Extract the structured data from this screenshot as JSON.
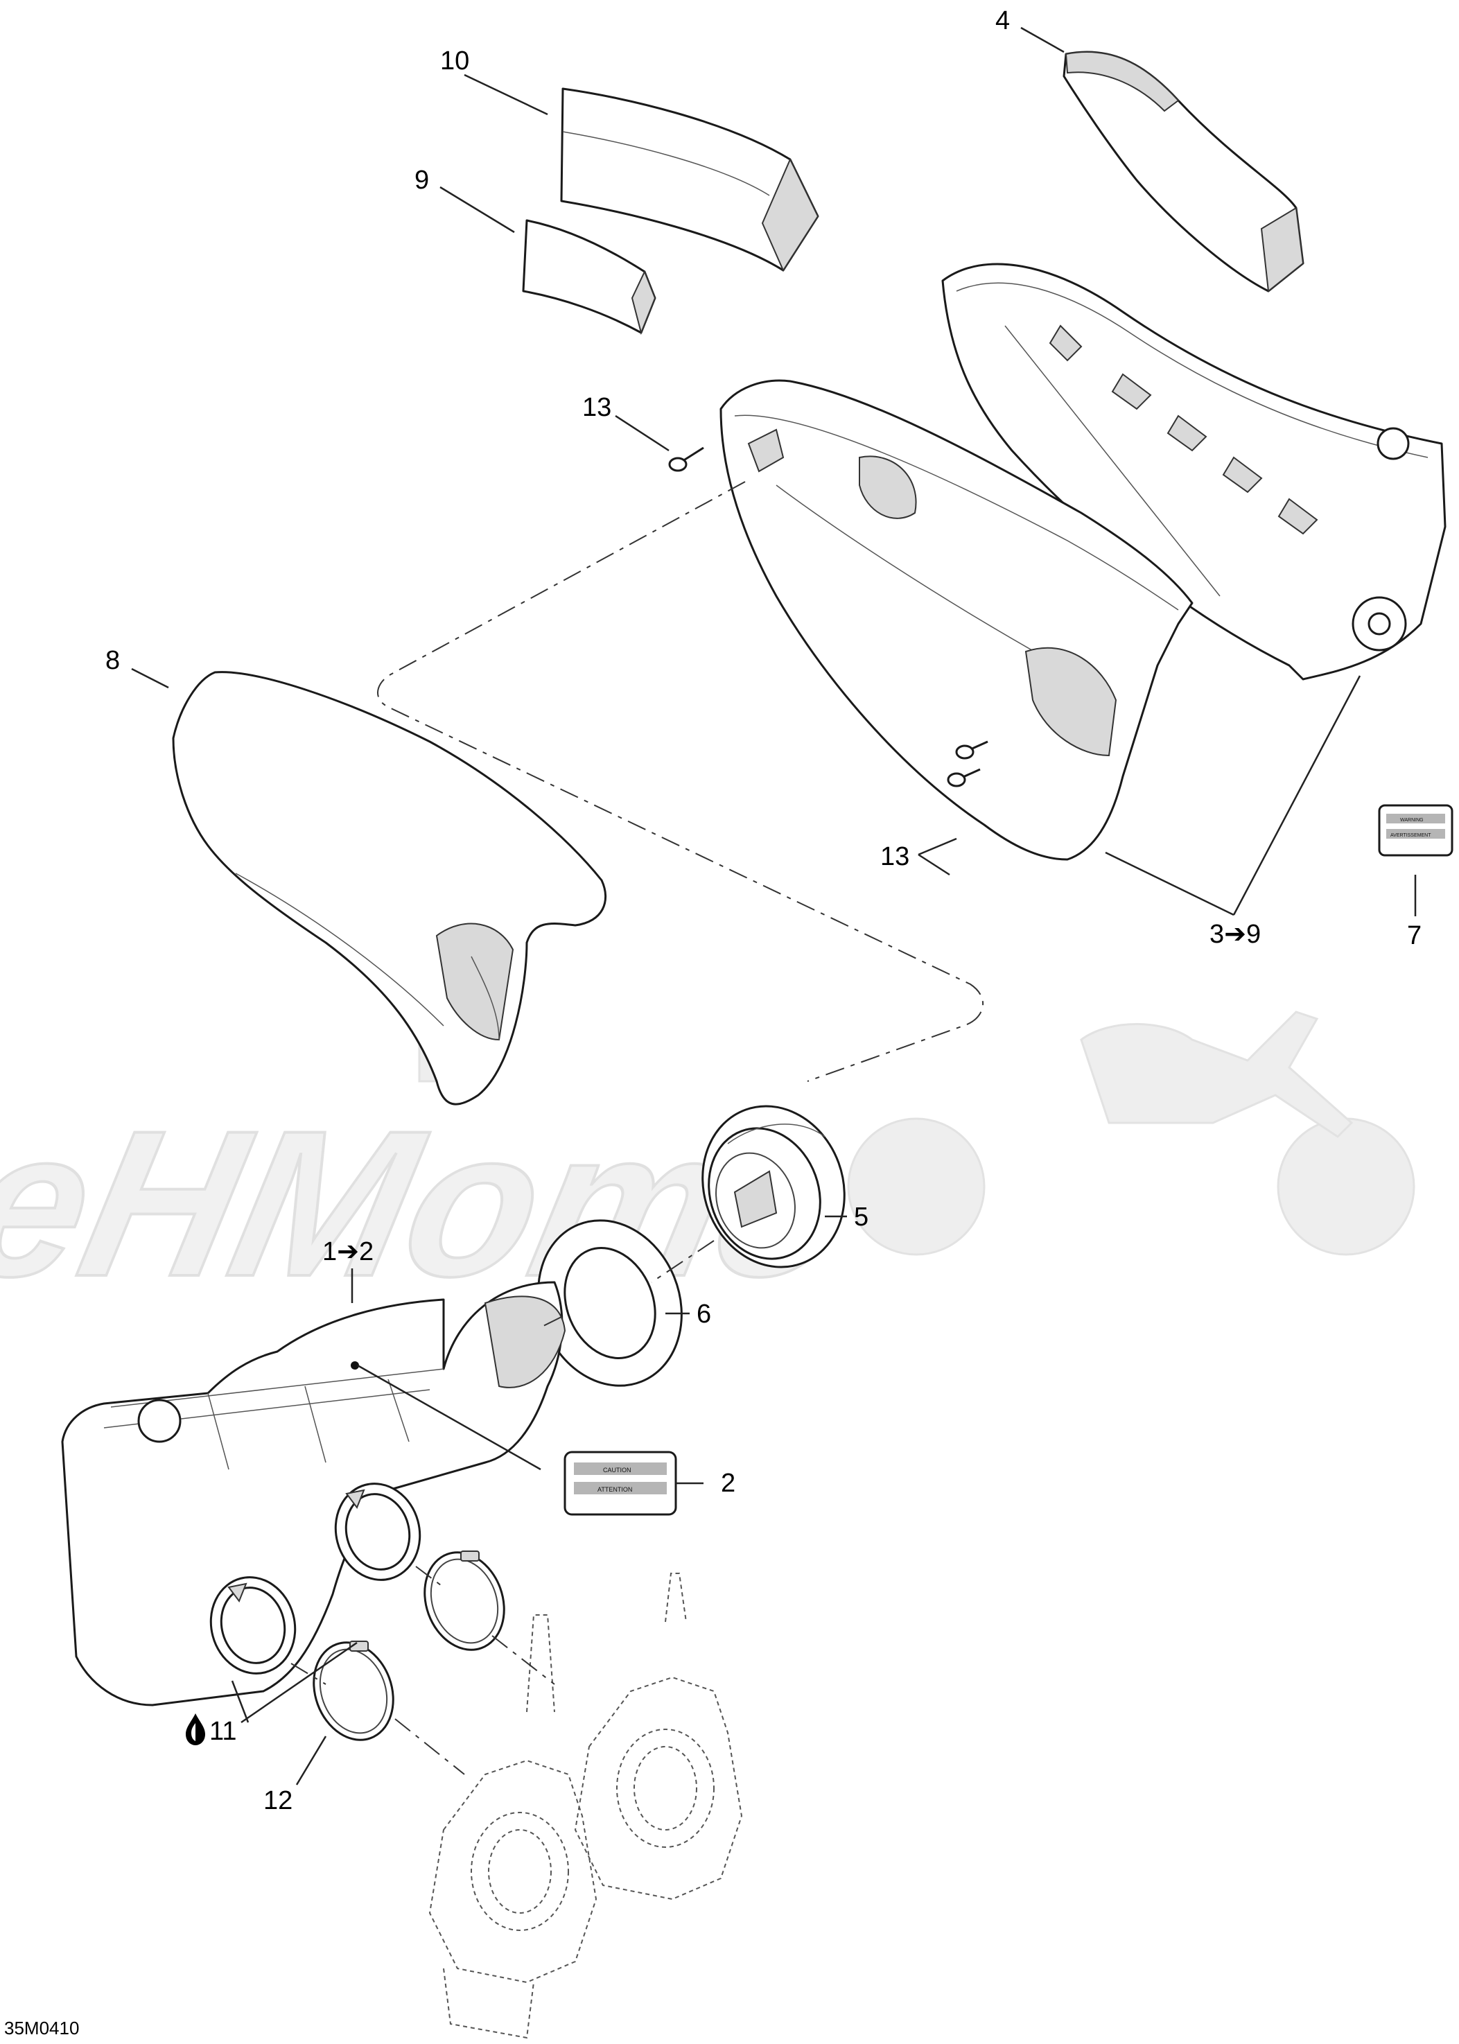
{
  "callouts": {
    "c1": "1",
    "c2": "2",
    "c2b": "2",
    "c3": "3",
    "c4": "4",
    "c5": "5",
    "c6": "6",
    "c7": "7",
    "c8": "8",
    "c9": "9",
    "c9b": "9",
    "c10": "10",
    "c11": "11",
    "c12": "12",
    "c13a": "13",
    "c13b": "13"
  },
  "arrow_glyph": "➔",
  "doc_id": "35M0410",
  "watermark": "АеНМото",
  "labels": {
    "decal_2_line1": "CAUTION",
    "decal_2_line2": "ATTENTION",
    "decal_7_line1": "WARNING",
    "decal_7_line2": "AVERTISSEMENT"
  },
  "colors": {
    "line": "#1a1a1a",
    "watermark": "#eeeeee",
    "background": "#ffffff"
  }
}
